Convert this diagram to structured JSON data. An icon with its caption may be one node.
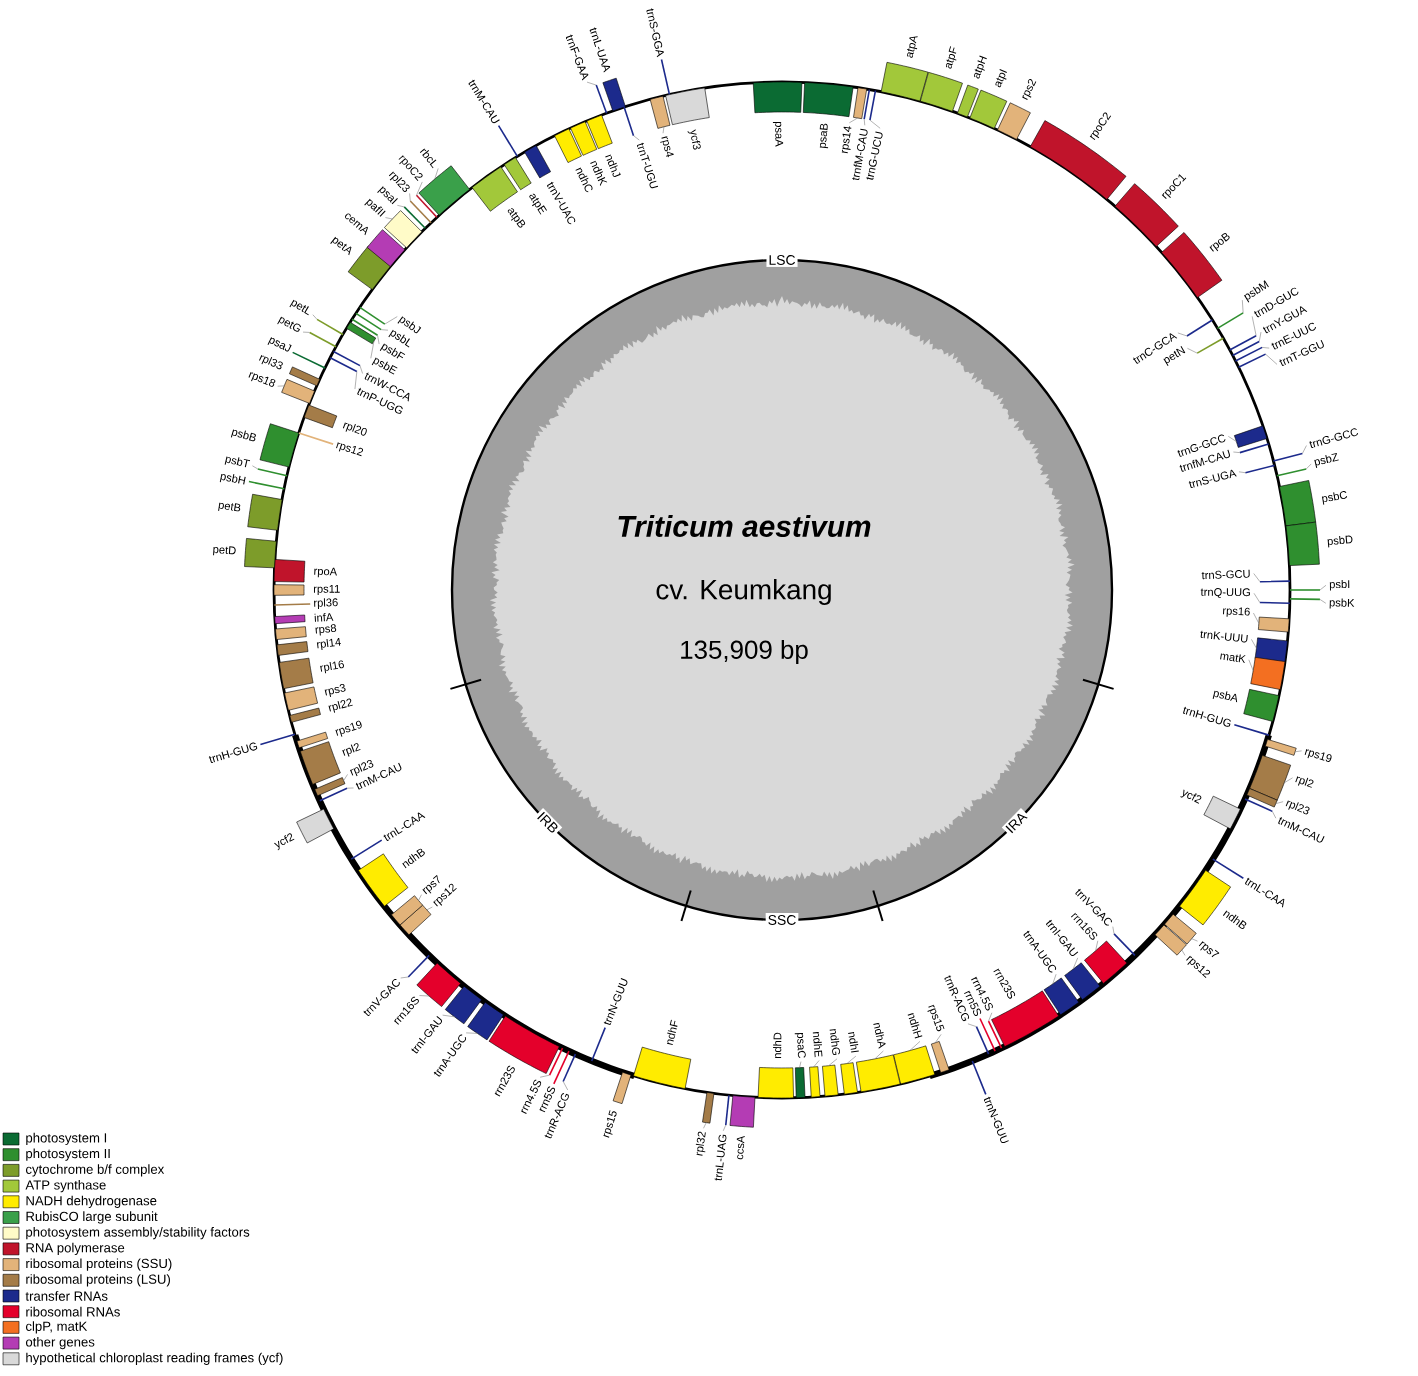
{
  "diagram": {
    "labels": [
      "Triticum aestivum",
      "cv. Keumkang",
      "135,909 bp",
      "LSC",
      "IRA",
      "IRB",
      "SSC",
      "psaA",
      "psaB",
      "rps14",
      "trnfM-CAU",
      "trnG-UCU",
      "atpA",
      "atpF",
      "atpH",
      "atpI",
      "rps2",
      "rpoC2",
      "rpoC1",
      "rpoB",
      "trnC-GCA",
      "petN",
      "psbM",
      "trnD-GUC",
      "trnY-GUA",
      "trnE-UUC",
      "trnT-GGU",
      "trnG-GCC",
      "trnfM-CAU",
      "trnS-UGA",
      "trnG-GCC",
      "psbZ",
      "psbC",
      "psbD",
      "trnS-GCU",
      "psbI",
      "psbK",
      "trnQ-UUG",
      "rps16",
      "trnK-UUU",
      "matK",
      "psbA",
      "trnH-GUG",
      "rps19",
      "rpl2",
      "rpl23",
      "trnM-CAU",
      "ycf2",
      "trnL-CAA",
      "ndhB",
      "rps7",
      "rps12",
      "trnV-GAC",
      "rrn16S",
      "trnI-GAU",
      "trnA-UGC",
      "rrn23S",
      "rrn4.5S",
      "rrn5S",
      "trnR-ACG",
      "trnN-GUU",
      "rps15",
      "ndhH",
      "ndhA",
      "ndhI",
      "ndhG",
      "ndhE",
      "psaC",
      "ndhD",
      "ccsA",
      "trnL-UAG",
      "rpl32",
      "ndhF",
      "rps15",
      "trnN-GUU",
      "trnR-ACG",
      "rrn5S",
      "rrn4.5S",
      "rrn23S",
      "trnA-UGC",
      "trnI-GAU",
      "rrn16S",
      "trnV-GAC",
      "rps12",
      "rps7",
      "ndhB",
      "trnL-CAA",
      "ycf2",
      "trnM-CAU",
      "rpl23",
      "rpl2",
      "rps19",
      "trnH-GUG",
      "rpl22",
      "rps3",
      "rpl16",
      "rpl14",
      "rps8",
      "infA",
      "rpl36",
      "rps11",
      "rpoA",
      "petD",
      "petB",
      "psbH",
      "psbT",
      "psbB",
      "rps12",
      "rpl20",
      "rps18",
      "rpl33",
      "psaJ",
      "trnP-UGG",
      "trnW-CCA",
      "petG",
      "petL",
      "psbE",
      "psbF",
      "psbL",
      "psbJ",
      "petA",
      "cemA",
      "pafII",
      "psaI",
      "rpl23",
      "rpoC2",
      "rbcL",
      "atpB",
      "atpE",
      "trnM-CAU",
      "trnV-UAC",
      "ndhC",
      "ndhK",
      "ndhJ",
      "trnF-GAA",
      "trnL-UAA",
      "trnT-UGU",
      "rps4",
      "trnS-GGA",
      "ycf3"
    ],
    "legend": [
      {
        "text": "photosystem I",
        "color": "#0b6b33"
      },
      {
        "text": "photosystem II",
        "color": "#2f8f2f"
      },
      {
        "text": "cytochrome b/f complex",
        "color": "#7d9c2a"
      },
      {
        "text": "ATP synthase",
        "color": "#a2c83a"
      },
      {
        "text": "NADH dehydrogenase",
        "color": "#ffec00"
      },
      {
        "text": "RubisCO large subunit",
        "color": "#3aa04a"
      },
      {
        "text": "photosystem assembly/stability factors",
        "color": "#fffbc8"
      },
      {
        "text": "RNA polymerase",
        "color": "#c0142b"
      },
      {
        "text": "ribosomal proteins (SSU)",
        "color": "#e2b37a"
      },
      {
        "text": "ribosomal proteins (LSU)",
        "color": "#a47c48"
      },
      {
        "text": "transfer RNAs",
        "color": "#1c2a8c"
      },
      {
        "text": "ribosomal RNAs",
        "color": "#e4002b"
      },
      {
        "text": "clpP, matK",
        "color": "#f36f21"
      },
      {
        "text": "other genes",
        "color": "#b43cb4"
      },
      {
        "text": "hypothetical chloroplast reading frames (ycf)",
        "color": "#d9d9d9"
      }
    ]
  }
}
